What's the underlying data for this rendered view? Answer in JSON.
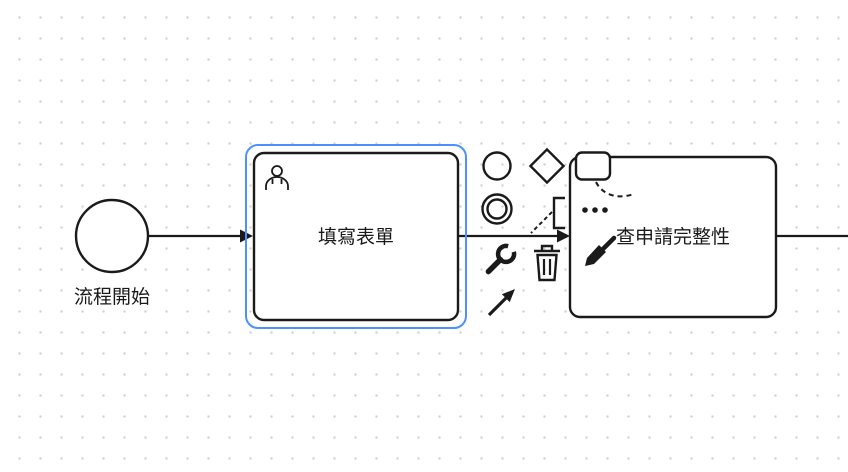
{
  "canvas": {
    "background_color": "#ffffff",
    "grid_dot_color": "#d0d0d0"
  },
  "colors": {
    "element_stroke": "#1a1a1a",
    "element_fill": "#ffffff",
    "selection_outline": "#4d90ff"
  },
  "process": {
    "start_event": {
      "type": "start-event",
      "label": "流程開始"
    },
    "tasks": [
      {
        "type": "user-task",
        "label": "填寫表單",
        "selected": true
      },
      {
        "type": "task",
        "label": "查申請完整性",
        "selected": false
      }
    ],
    "flows": [
      {
        "from": "start-event",
        "to": "user-task"
      },
      {
        "from": "user-task",
        "to": "task"
      },
      {
        "from": "task",
        "to": "offscreen-right"
      }
    ]
  },
  "context_pad": {
    "attached_to": "填寫表單",
    "items": [
      {
        "id": "append-end-event",
        "icon": "end-event-icon"
      },
      {
        "id": "append-gateway",
        "icon": "gateway-icon"
      },
      {
        "id": "append-task",
        "icon": "task-icon"
      },
      {
        "id": "append-intermediate-event",
        "icon": "intermediate-event-icon"
      },
      {
        "id": "append-text-annotation",
        "icon": "text-annotation-icon"
      },
      {
        "id": "append-element",
        "icon": "ellipsis-icon"
      },
      {
        "id": "change-element",
        "icon": "wrench-icon"
      },
      {
        "id": "delete",
        "icon": "trash-icon"
      },
      {
        "id": "set-color",
        "icon": "brush-icon"
      },
      {
        "id": "connect",
        "icon": "connect-arrow-icon"
      }
    ]
  }
}
